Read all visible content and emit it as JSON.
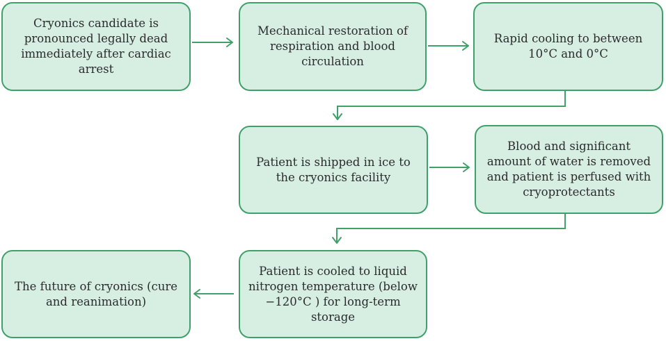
{
  "steps": {
    "s1": "Cryonics candidate is pronounced legally dead immediately after cardiac arrest",
    "s2": "Mechanical restoration of respiration and blood circulation",
    "s3": "Rapid cooling to between 10°C and 0°C",
    "s4": "Patient is shipped in ice to the cryonics facility",
    "s5": "Blood and significant amount of water is removed and patient is perfused with cryoprotectants",
    "s6": "Patient is cooled to liquid nitrogen temperature (below −120°C ) for long-term storage",
    "s7": "The future of cryonics (cure and reanimation)"
  },
  "colors": {
    "box_fill": "#d7efe3",
    "box_border": "#3fa06a",
    "arrow": "#3fa06a",
    "text": "#2b2b2b"
  }
}
